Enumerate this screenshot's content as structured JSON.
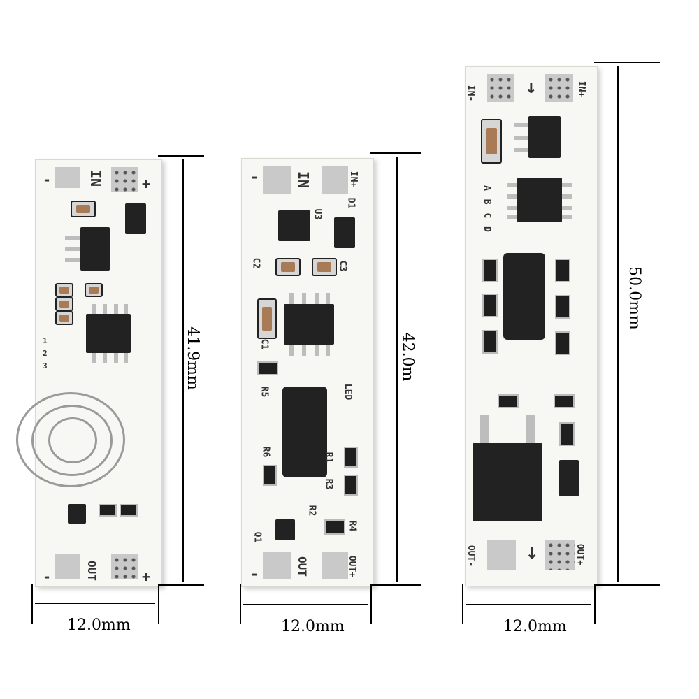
{
  "board1": {
    "in_label": "IN",
    "minus_top": "-",
    "plus_top": "+",
    "out_label": "OUT",
    "minus_bottom": "-",
    "plus_bottom": "+",
    "pin_nums": [
      "1",
      "2",
      "3"
    ],
    "height_label": "41.9mm",
    "width_label": "12.0mm"
  },
  "board2": {
    "in_label": "IN",
    "in_plus": "IN+",
    "minus_top": "-",
    "u3": "U3",
    "d1": "D1",
    "c2": "C2",
    "c3": "C3",
    "c1": "C1",
    "r5": "R5",
    "led": "LED",
    "r6": "R6",
    "r1": "R1",
    "r3": "R3",
    "r2": "R2",
    "r4": "R4",
    "q1": "Q1",
    "out_label": "OUT",
    "out_plus": "OUT+",
    "minus_bottom": "-",
    "height_label": "42.0m",
    "width_label": "12.0mm"
  },
  "board3": {
    "in_minus": "IN-",
    "in_plus": "IN+",
    "abcd": "A B C D",
    "out_minus": "OUT-",
    "out_plus": "OUT+",
    "height_label": "50.0mm",
    "width_label": "12.0mm"
  }
}
